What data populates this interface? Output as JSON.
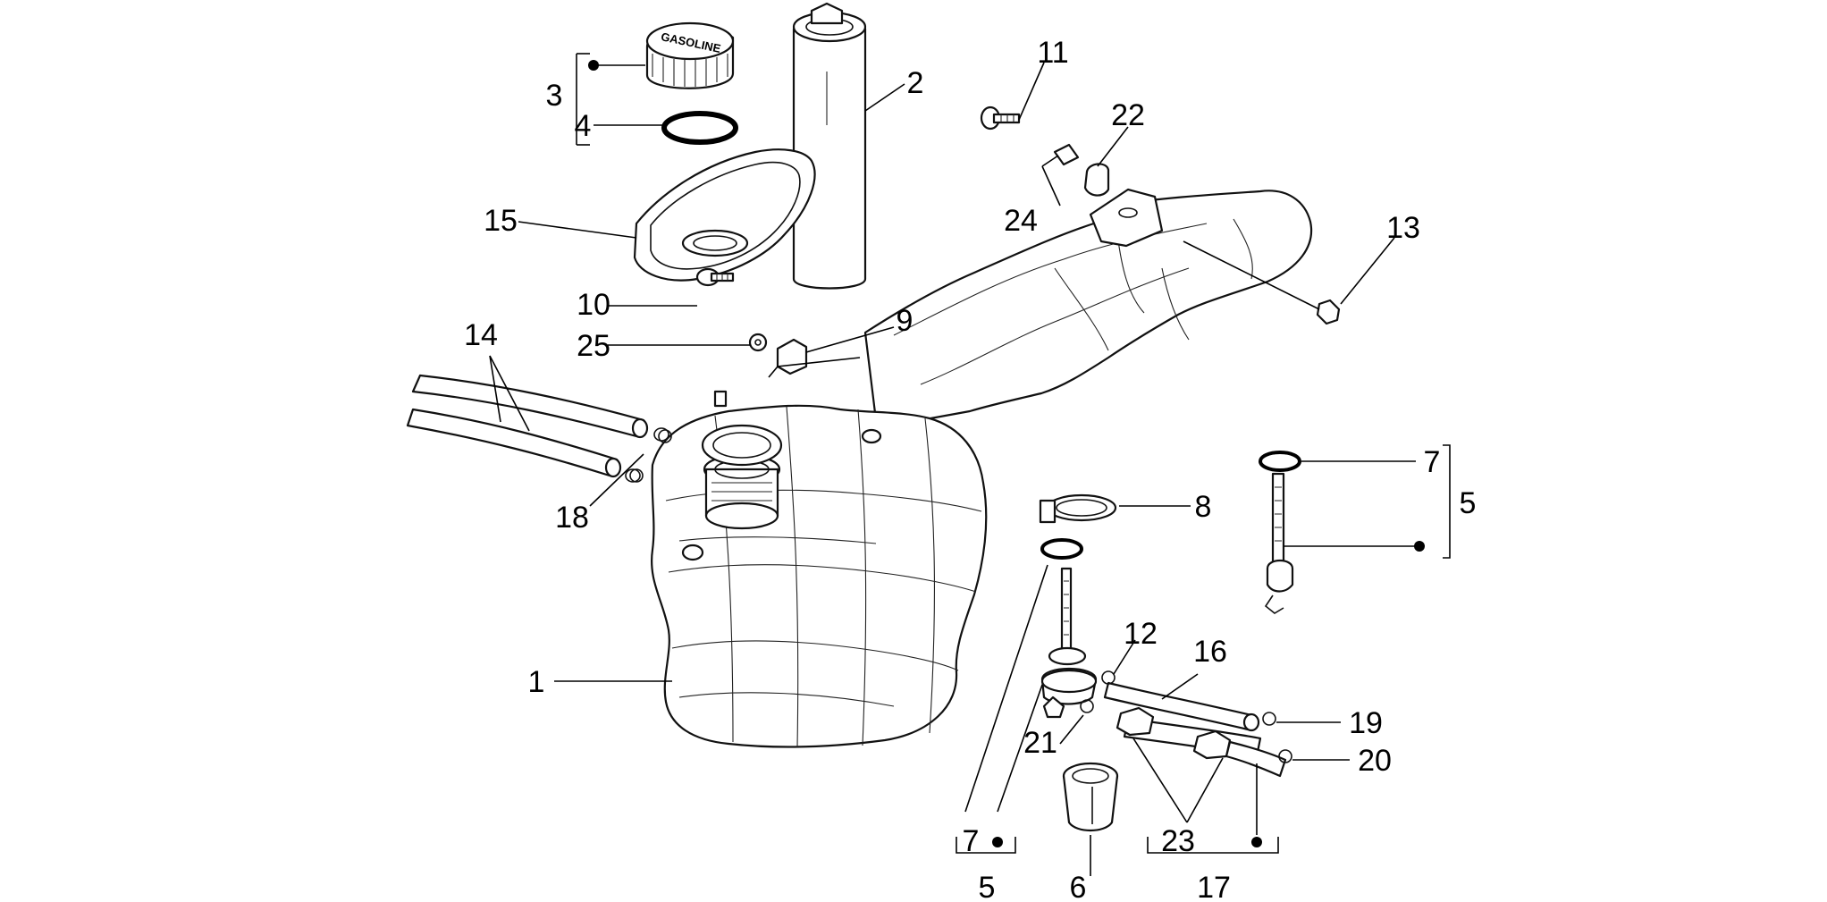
{
  "diagram": {
    "cap_embossed_text": "GASOLINE",
    "callouts": [
      {
        "key": "c1",
        "text": "1"
      },
      {
        "key": "c2",
        "text": "2"
      },
      {
        "key": "c3",
        "text": "3"
      },
      {
        "key": "c4",
        "text": "4"
      },
      {
        "key": "c5a",
        "text": "5"
      },
      {
        "key": "c5b",
        "text": "5"
      },
      {
        "key": "c6",
        "text": "6"
      },
      {
        "key": "c7a",
        "text": "7"
      },
      {
        "key": "c7b",
        "text": "7"
      },
      {
        "key": "c8",
        "text": "8"
      },
      {
        "key": "c9",
        "text": "9"
      },
      {
        "key": "c10",
        "text": "10"
      },
      {
        "key": "c11",
        "text": "11"
      },
      {
        "key": "c12",
        "text": "12"
      },
      {
        "key": "c13",
        "text": "13"
      },
      {
        "key": "c14",
        "text": "14"
      },
      {
        "key": "c15",
        "text": "15"
      },
      {
        "key": "c16",
        "text": "16"
      },
      {
        "key": "c17",
        "text": "17"
      },
      {
        "key": "c18",
        "text": "18"
      },
      {
        "key": "c19",
        "text": "19"
      },
      {
        "key": "c20",
        "text": "20"
      },
      {
        "key": "c21",
        "text": "21"
      },
      {
        "key": "c22",
        "text": "22"
      },
      {
        "key": "c23",
        "text": "23"
      },
      {
        "key": "c24",
        "text": "24"
      },
      {
        "key": "c25",
        "text": "25"
      }
    ]
  }
}
